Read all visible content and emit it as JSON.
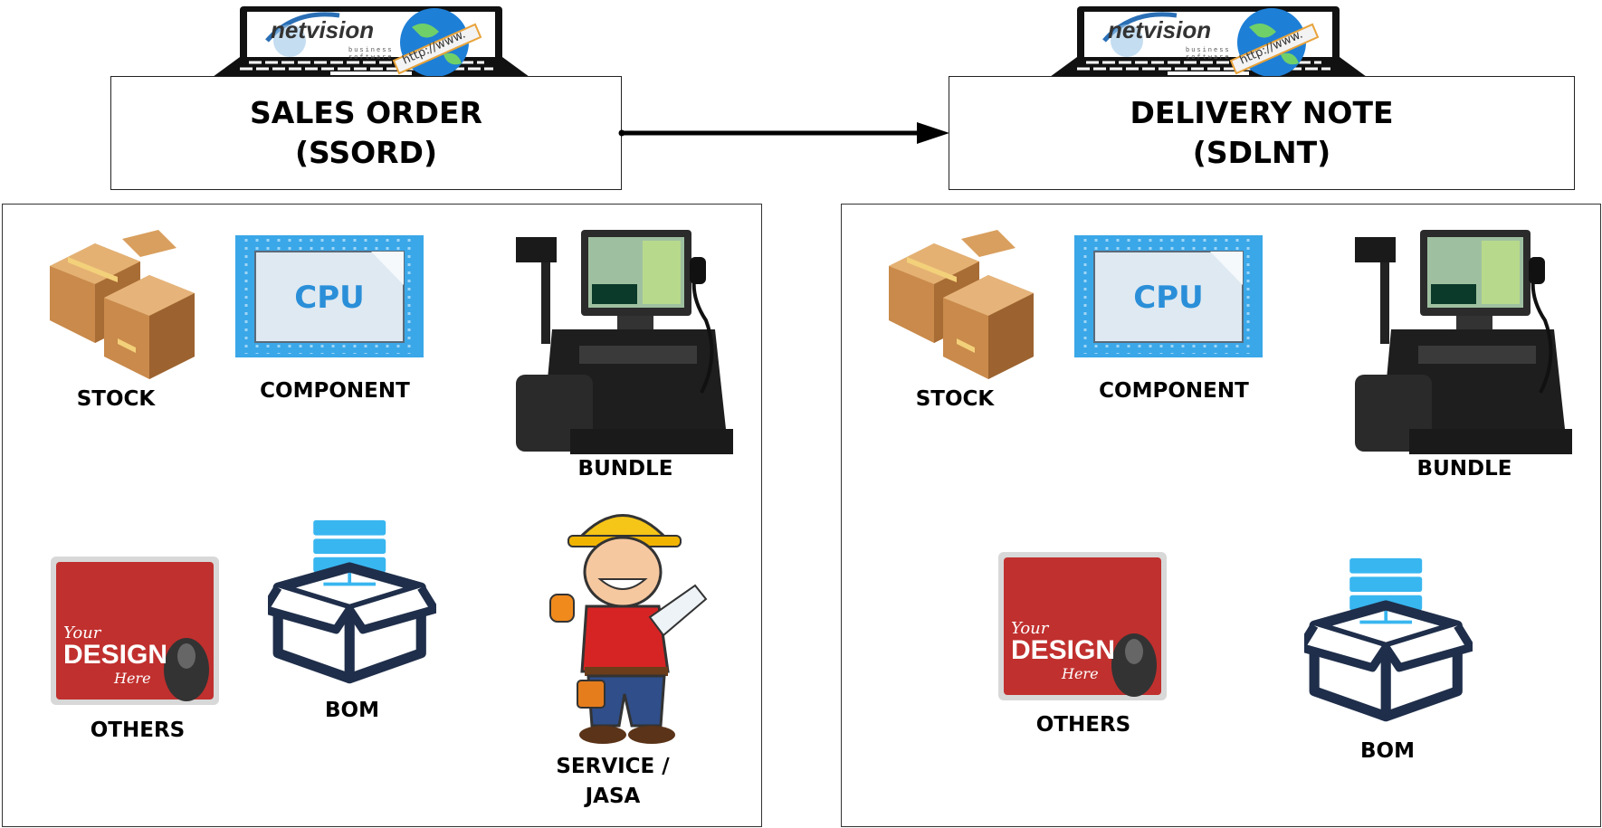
{
  "logo": {
    "brand": "netvision",
    "tagline": "business software",
    "url_text": "http://www."
  },
  "source_doc": {
    "title": "SALES ORDER",
    "code": "(SSORD)"
  },
  "target_doc": {
    "title": "DELIVERY NOTE",
    "code": "(SDLNT)"
  },
  "left_panel": {
    "items": [
      "STOCK",
      "COMPONENT",
      "BUNDLE",
      "OTHERS",
      "BOM",
      "SERVICE /",
      "JASA"
    ]
  },
  "right_panel": {
    "items": [
      "STOCK",
      "COMPONENT",
      "BUNDLE",
      "OTHERS",
      "BOM"
    ]
  },
  "icons": {
    "component_text": "CPU",
    "others_text": [
      "Your",
      "DESIGN",
      "Here"
    ]
  },
  "colors": {
    "cpu_blue": "#3aa7e8",
    "box_brown": "#c98a4b",
    "bom_navy": "#1f2e4a",
    "bom_blue": "#38b6f0",
    "mousepad_red": "#c0302e"
  }
}
